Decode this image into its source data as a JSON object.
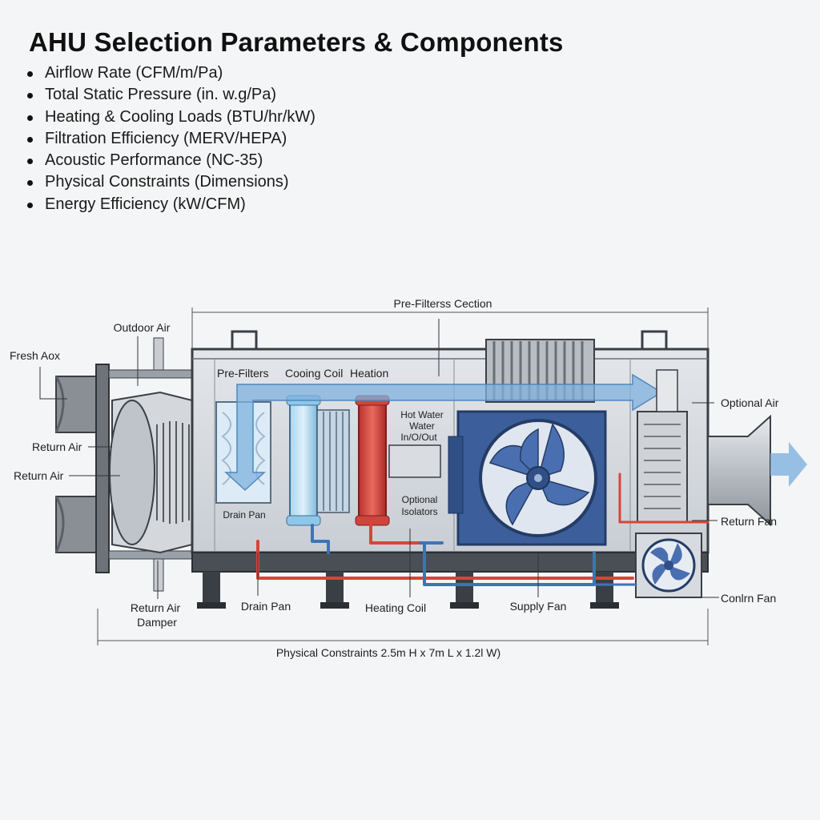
{
  "title": "AHU Selection Parameters & Components",
  "parameters": [
    "Airflow Rate (CFM/m/Pa)",
    "Total Static Pressure (in. w.g/Pa)",
    "Heating & Cooling Loads (BTU/hr/kW)",
    "Filtration Efficiency (MERV/HEPA)",
    "Acoustic Performance (NC-35)",
    "Physical Constraints (Dimensions)",
    "Energy Efficiency (kW/CFM)"
  ],
  "labels": {
    "pre_filters_section": "Pre-Filterss Cection",
    "outdoor_air": "Outdoor Air",
    "fresh_air": "Fresh Aox",
    "return_air_1": "Return Air",
    "return_air_2": "Return Air",
    "pre_filters": "Pre-Filters",
    "cooling_coil": "Cooing Coil",
    "heating": "Heation",
    "hot_water_1": "Hot Water",
    "hot_water_2": "Water",
    "hot_water_3": "In/O/Out",
    "optional_isolators_1": "Optional",
    "optional_isolators_2": "Isolators",
    "drain_pan_inner": "Drain Pan",
    "optional_air": "Optional Air",
    "return_fan": "Return Fan",
    "condenser_fan": "Conlrn Fan",
    "return_air_damper_1": "Return Air",
    "return_air_damper_2": "Damper",
    "drain_pan": "Drain Pan",
    "heating_coil": "Heating Coil",
    "supply_fan": "Supply Fan",
    "dimensions": "Physical Constraints 2.5m H x 7m L x 1.2l W)"
  },
  "colors": {
    "casing": "#d9dde2",
    "frame": "#3a3f45",
    "airflow": "#7fb2de",
    "cooling": "#8fc7e8",
    "heating": "#d0443c",
    "fan": "#3c5f9b",
    "pipe_red": "#d9443a",
    "pipe_blue": "#3d74b8"
  }
}
